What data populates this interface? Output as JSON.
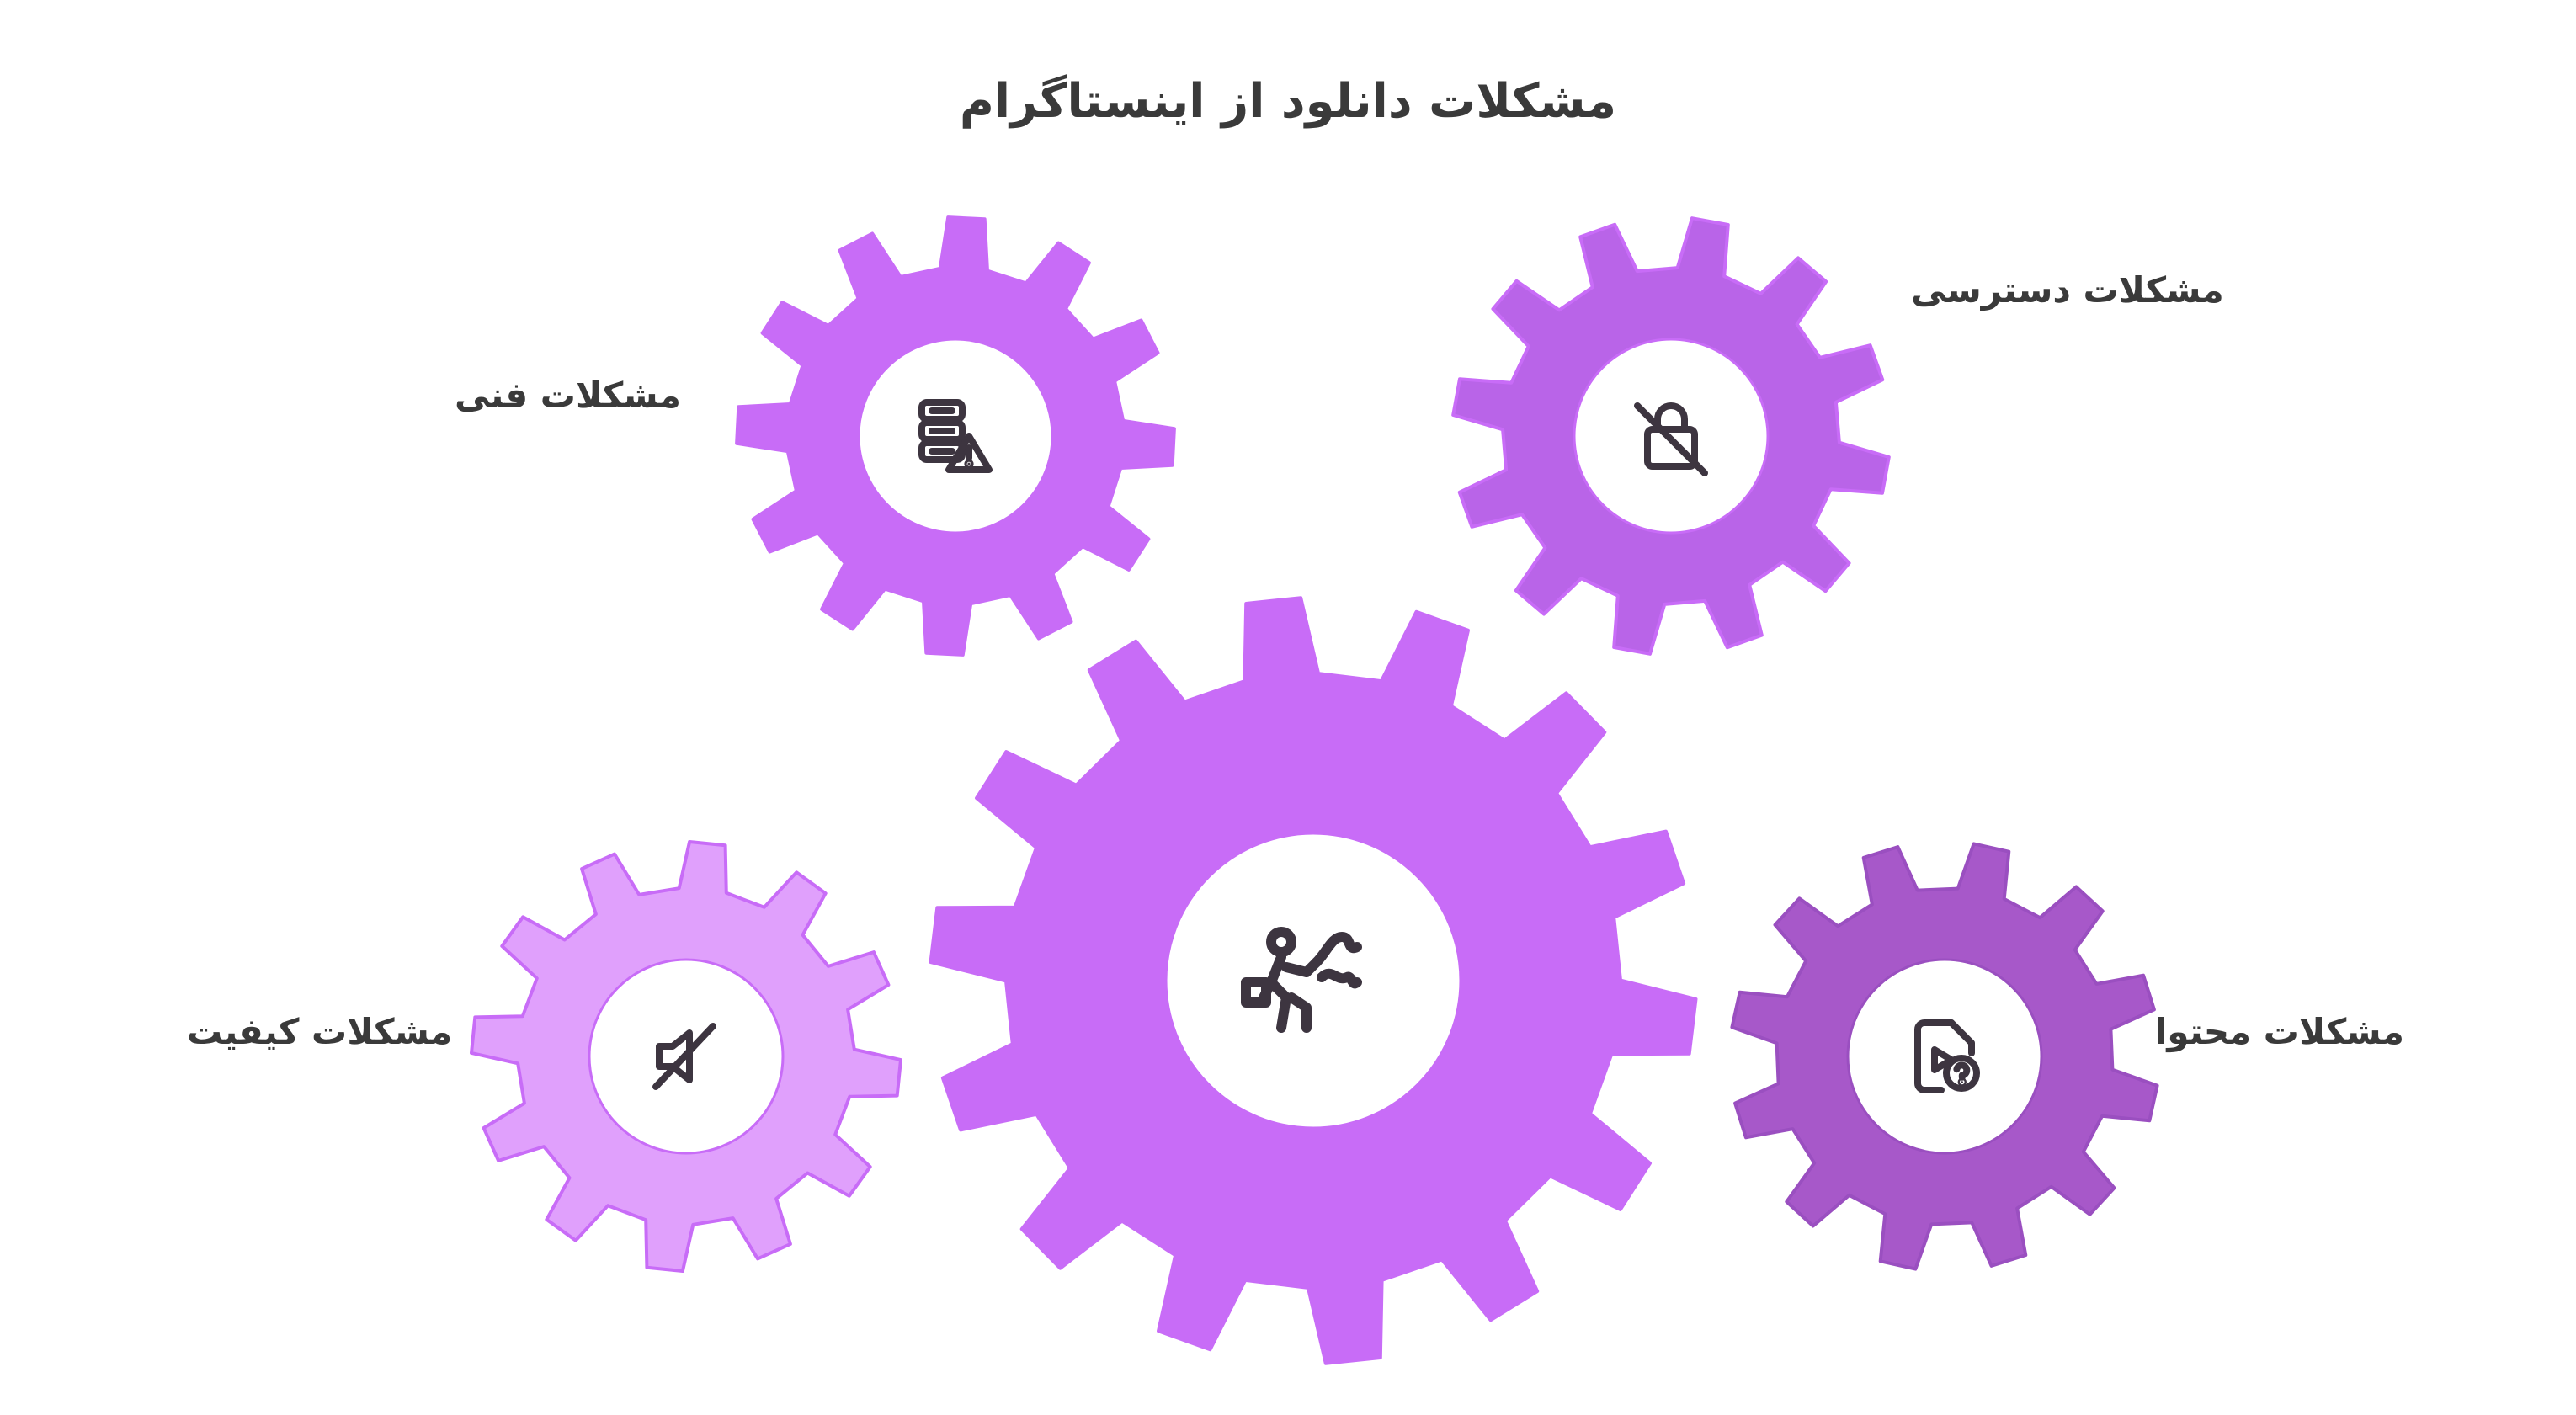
{
  "title": "مشکلات دانلود از اینستاگرام",
  "center": {
    "icon": "running-person-icon"
  },
  "gears": [
    {
      "id": "technical",
      "label": "مشکلات فنی",
      "icon": "server-warning-icon",
      "color": "#c86cf7"
    },
    {
      "id": "access",
      "label": "مشکلات دسترسی",
      "icon": "lock-off-icon",
      "color": "#b964e8"
    },
    {
      "id": "quality",
      "label": "مشکلات کیفیت",
      "icon": "volume-off-icon",
      "color": "#e0a0fc"
    },
    {
      "id": "content",
      "label": "مشکلات محتوا",
      "icon": "video-question-icon",
      "color": "#a758c9"
    }
  ],
  "colors": {
    "main_gear": "#c86cf7",
    "text": "#3a3a3a",
    "icon_stroke": "#3d3540"
  }
}
